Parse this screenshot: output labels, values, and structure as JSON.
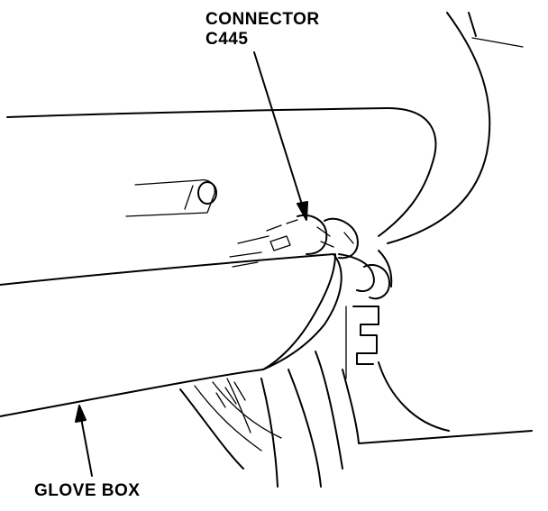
{
  "labels": {
    "connector_line1": "CONNECTOR",
    "connector_line2": "C445",
    "glove_box": "GLOVE BOX"
  },
  "colors": {
    "line": "#000000",
    "background": "#ffffff"
  }
}
